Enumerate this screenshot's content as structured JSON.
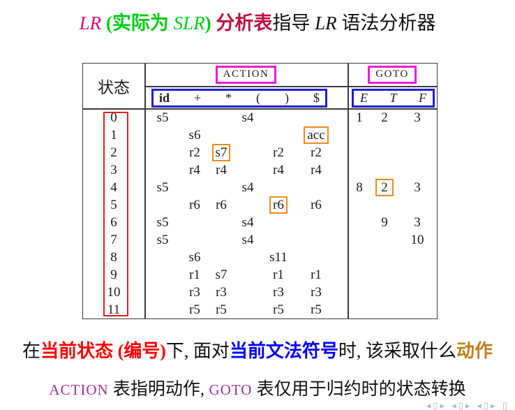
{
  "colors": {
    "title_lr": "#cc1177",
    "title_accent": "#bb1144",
    "green": "#00cc11",
    "alert_red": "#ff0000",
    "alert_blue": "#0000ff",
    "alert_orange": "#c07f1a",
    "keyword_purple": "#993399",
    "box_magenta": "#f218d8",
    "box_blue": "#1f1fd6",
    "box_red": "#ed1c1c",
    "box_orange": "#f08a1d",
    "table_ink": "#1b1b1b",
    "nav_blue": "#9aa4e2"
  },
  "title": {
    "parts": [
      {
        "t": "LR"
      },
      {
        "t": " (实际为 "
      },
      {
        "t": "SLR"
      },
      {
        "t": ") "
      },
      {
        "t": "分析表"
      },
      {
        "t": "指导 "
      },
      {
        "t": "LR"
      },
      {
        "t": " 语法分析器"
      }
    ]
  },
  "table": {
    "state_header": "状态",
    "action_header": "ACTION",
    "goto_header": "GOTO",
    "terminals": [
      "id",
      "+",
      "*",
      "(",
      ")",
      "$"
    ],
    "nonterminals": [
      "E",
      "T",
      "F"
    ],
    "rows": [
      {
        "state": "0",
        "cells": [
          "s5",
          "",
          "",
          "s4",
          "",
          "",
          "1",
          "2",
          "3"
        ],
        "highlights": []
      },
      {
        "state": "1",
        "cells": [
          "",
          "s6",
          "",
          "",
          "",
          "acc",
          "",
          "",
          ""
        ],
        "highlights": [
          5
        ]
      },
      {
        "state": "2",
        "cells": [
          "",
          "r2",
          "s7",
          "",
          "r2",
          "r2",
          "",
          "",
          ""
        ],
        "highlights": [
          2
        ]
      },
      {
        "state": "3",
        "cells": [
          "",
          "r4",
          "r4",
          "",
          "r4",
          "r4",
          "",
          "",
          ""
        ],
        "highlights": []
      },
      {
        "state": "4",
        "cells": [
          "s5",
          "",
          "",
          "s4",
          "",
          "",
          "8",
          "2",
          "3"
        ],
        "highlights": [
          7
        ]
      },
      {
        "state": "5",
        "cells": [
          "",
          "r6",
          "r6",
          "",
          "r6",
          "r6",
          "",
          "",
          ""
        ],
        "highlights": [
          4
        ]
      },
      {
        "state": "6",
        "cells": [
          "s5",
          "",
          "",
          "s4",
          "",
          "",
          "",
          "9",
          "3"
        ],
        "highlights": []
      },
      {
        "state": "7",
        "cells": [
          "s5",
          "",
          "",
          "s4",
          "",
          "",
          "",
          "",
          "10"
        ],
        "highlights": []
      },
      {
        "state": "8",
        "cells": [
          "",
          "s6",
          "",
          "",
          "s11",
          "",
          "",
          "",
          ""
        ],
        "highlights": []
      },
      {
        "state": "9",
        "cells": [
          "",
          "r1",
          "s7",
          "",
          "r1",
          "r1",
          "",
          "",
          ""
        ],
        "highlights": []
      },
      {
        "state": "10",
        "cells": [
          "",
          "r3",
          "r3",
          "",
          "r3",
          "r3",
          "",
          "",
          ""
        ],
        "highlights": []
      },
      {
        "state": "11",
        "cells": [
          "",
          "r5",
          "r5",
          "",
          "r5",
          "r5",
          "",
          "",
          ""
        ],
        "highlights": []
      }
    ]
  },
  "caption_line1": {
    "parts": [
      {
        "t": "在"
      },
      {
        "t": "当前状态 (编号)"
      },
      {
        "t": "下, 面对"
      },
      {
        "t": "当前文法符号"
      },
      {
        "t": "时, 该采取什么"
      },
      {
        "t": "动作"
      }
    ]
  },
  "caption_line2": {
    "parts": [
      {
        "t": "ACTION"
      },
      {
        "t": " 表指明动作, "
      },
      {
        "t": "GOTO"
      },
      {
        "t": " 表仅用于归约时的状态转换"
      }
    ]
  },
  "nav_symbols": "◂▯▸ ◂▯▸ ◂▯▸  ▯"
}
